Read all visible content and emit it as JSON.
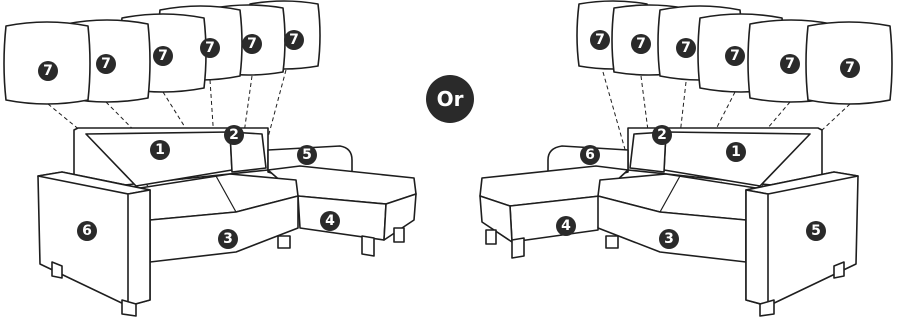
{
  "separator": "Or",
  "labels": {
    "backrest": "1",
    "corner": "2",
    "seat_base": "3",
    "chaise": "4",
    "right_arm": "5",
    "left_arm": "6",
    "pillow": "7"
  },
  "colors": {
    "ink": "#1e1e1e",
    "badge": "#2a2a2a",
    "background": "#ffffff"
  }
}
